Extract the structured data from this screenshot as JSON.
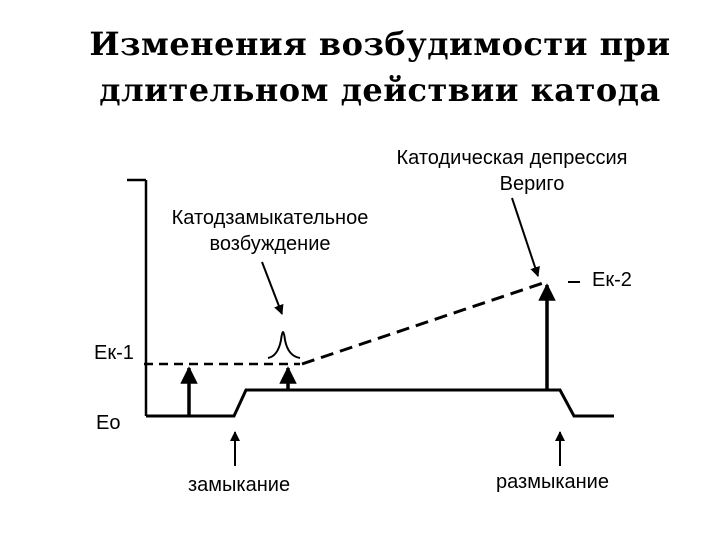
{
  "title": {
    "line1": "Изменения возбудимости при",
    "line2": "длительном действии катода"
  },
  "annotations": {
    "verigo_line1": "Катодическая депрессия",
    "verigo_line2": "Вериго",
    "cathode_line1": "Катодзамыкательное",
    "cathode_line2": "возбуждение"
  },
  "levels": {
    "ek1": "Ек-1",
    "ek2": "Ек-2",
    "eo": "Ео"
  },
  "events": {
    "close": "замыкание",
    "open": "размыкание"
  }
}
